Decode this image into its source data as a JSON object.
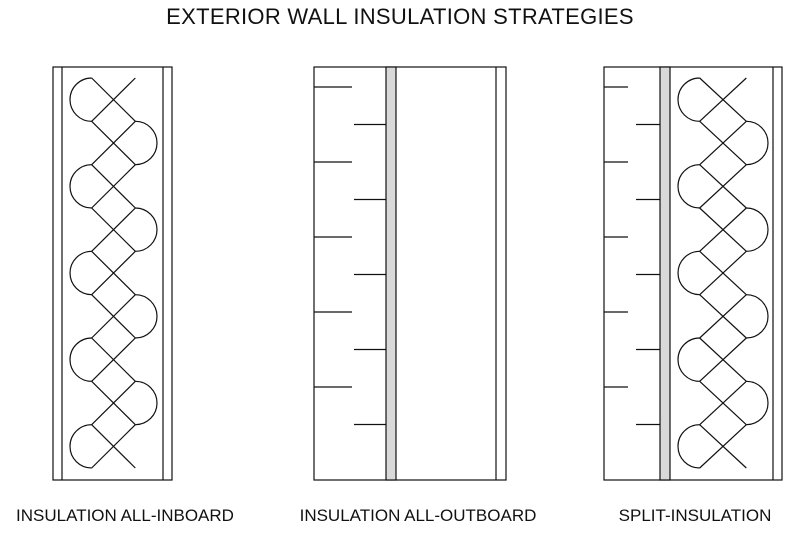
{
  "title": "EXTERIOR WALL INSULATION STRATEGIES",
  "panels": [
    {
      "label": "INSULATION ALL-INBOARD"
    },
    {
      "label": "INSULATION ALL-OUTBOARD"
    },
    {
      "label": "SPLIT-INSULATION"
    }
  ],
  "colors": {
    "line": "#111111",
    "sheathing": "#d9d9d9",
    "background": "#ffffff"
  }
}
